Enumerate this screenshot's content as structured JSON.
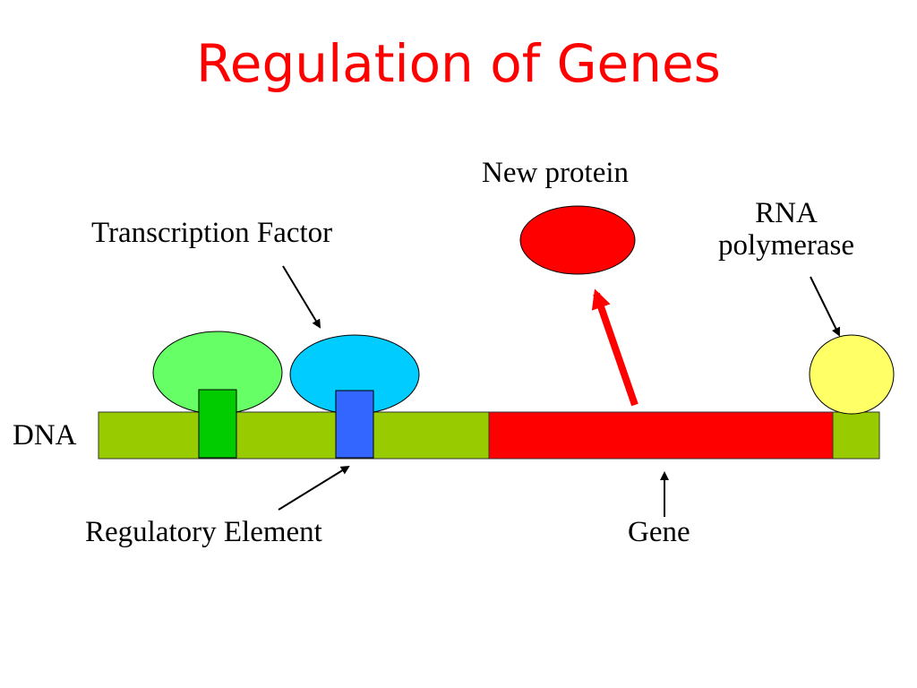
{
  "title": "Regulation of Genes",
  "labels": {
    "new_protein": "New protein",
    "rna_polymerase_line1": "RNA",
    "rna_polymerase_line2": "polymerase",
    "transcription_factor": "Transcription Factor",
    "dna": "DNA",
    "regulatory_element": "Regulatory Element",
    "gene": "Gene"
  },
  "colors": {
    "title": "#ff0000",
    "dna_strand": "#99cc00",
    "gene": "#ff0000",
    "new_protein": "#ff0000",
    "transcription_factor_1": "#66ff66",
    "transcription_factor_2": "#00ccff",
    "regulatory_element_1": "#00cc00",
    "regulatory_element_2": "#3366ff",
    "rna_polymerase": "#ffff66",
    "expression_arrow": "#ff0000"
  }
}
